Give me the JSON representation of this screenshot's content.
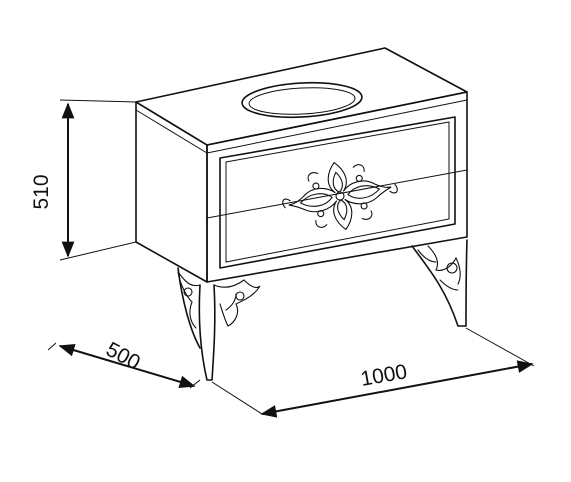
{
  "dimensions": {
    "height": "510",
    "depth": "500",
    "width": "1000"
  },
  "colors": {
    "line": "#111111",
    "background": "#ffffff"
  }
}
